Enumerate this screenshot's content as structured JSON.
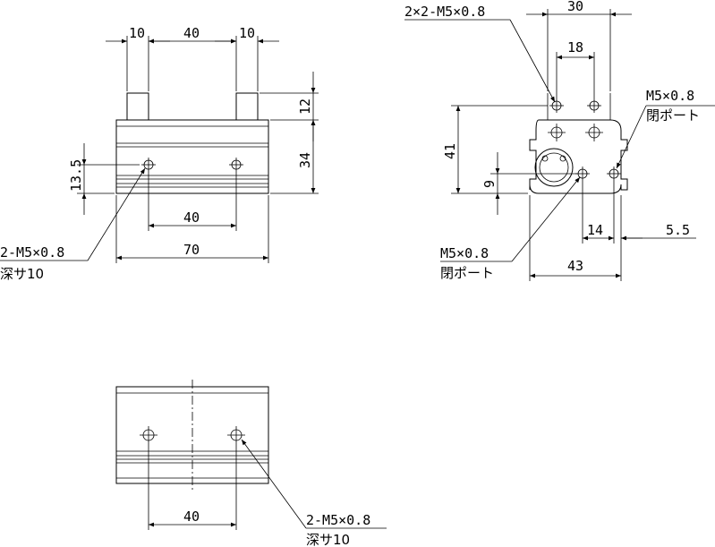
{
  "front_view": {
    "dim_top_left": "10",
    "dim_top_mid": "40",
    "dim_top_right": "10",
    "dim_height_pin": "12",
    "dim_height_body": "34",
    "dim_hole_height": "13.5",
    "dim_hole_pitch": "40",
    "dim_width": "70",
    "callout_thread": "2-M5×0.8",
    "callout_depth": "深サ10"
  },
  "side_view": {
    "callout_top": "2×2-M5×0.8",
    "dim_width_top": "30",
    "dim_pitch_top": "18",
    "dim_height": "41",
    "dim_port_height": "9",
    "callout_right_thread": "M5×0.8",
    "callout_right_label": "閉ポート",
    "callout_bottom_thread": "M5×0.8",
    "callout_bottom_label": "閉ポート",
    "dim_14": "14",
    "dim_5_5": "5.5",
    "dim_width": "43"
  },
  "bottom_view": {
    "dim_hole_pitch": "40",
    "callout_thread": "2-M5×0.8",
    "callout_depth": "深サ10"
  }
}
